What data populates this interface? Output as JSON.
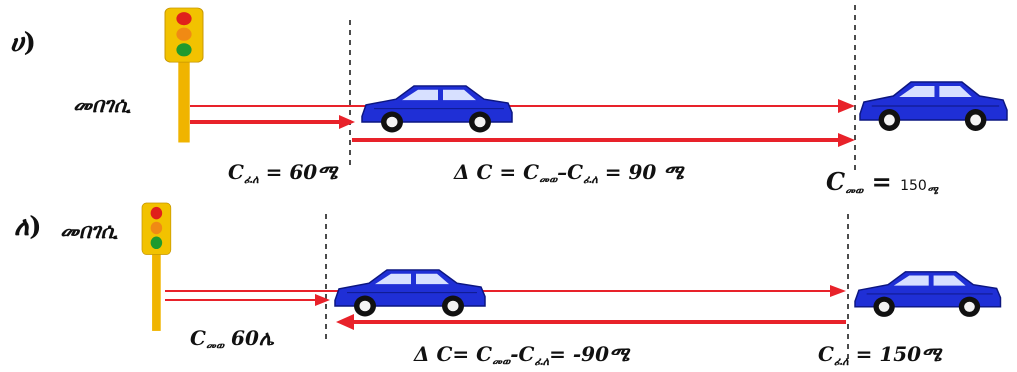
{
  "diagram": {
    "part_a": {
      "marker": "ሀ",
      "marker_close": ")",
      "start_label": "መበገሲ",
      "initial_eq": {
        "sym": "C",
        "sub": "ፈለ",
        "rest": " =  60ሜ"
      },
      "delta_eq": {
        "prefix": "Δ C =  C",
        "sub1": "መወ",
        "mid": "–C",
        "sub2": "ፈለ",
        "rest": "  =  90  ሜ"
      },
      "final_eq": {
        "sym": "C",
        "sub": "መወ",
        "eqsign": " = ",
        "num": "150",
        "unit": "ሜ"
      }
    },
    "part_b": {
      "marker": "ለ",
      "marker_close": ")",
      "start_label": "መበገሲ",
      "initial_eq": {
        "sym": "C",
        "sub": "መወ",
        "rest": "  60ሌ"
      },
      "delta_eq": {
        "prefix": "Δ C=  C",
        "sub1": "መወ",
        "mid": "-C",
        "sub2": "ፈለ",
        "rest": "=  -90ሜ"
      },
      "final_eq": {
        "sym": "C",
        "sub": "ፈለ",
        "rest": "  =  150ሜ"
      }
    },
    "colors": {
      "arrow": "#e8222a",
      "car_body": "#1f2fd6",
      "car_dark": "#0c1680",
      "light_box": "#f2c200",
      "light_pole": "#f0b400",
      "red_light": "#e0201b",
      "orange_light": "#f08a14",
      "green_light": "#1f9a2e"
    },
    "icons": [
      "traffic-light-icon",
      "car-icon"
    ]
  }
}
